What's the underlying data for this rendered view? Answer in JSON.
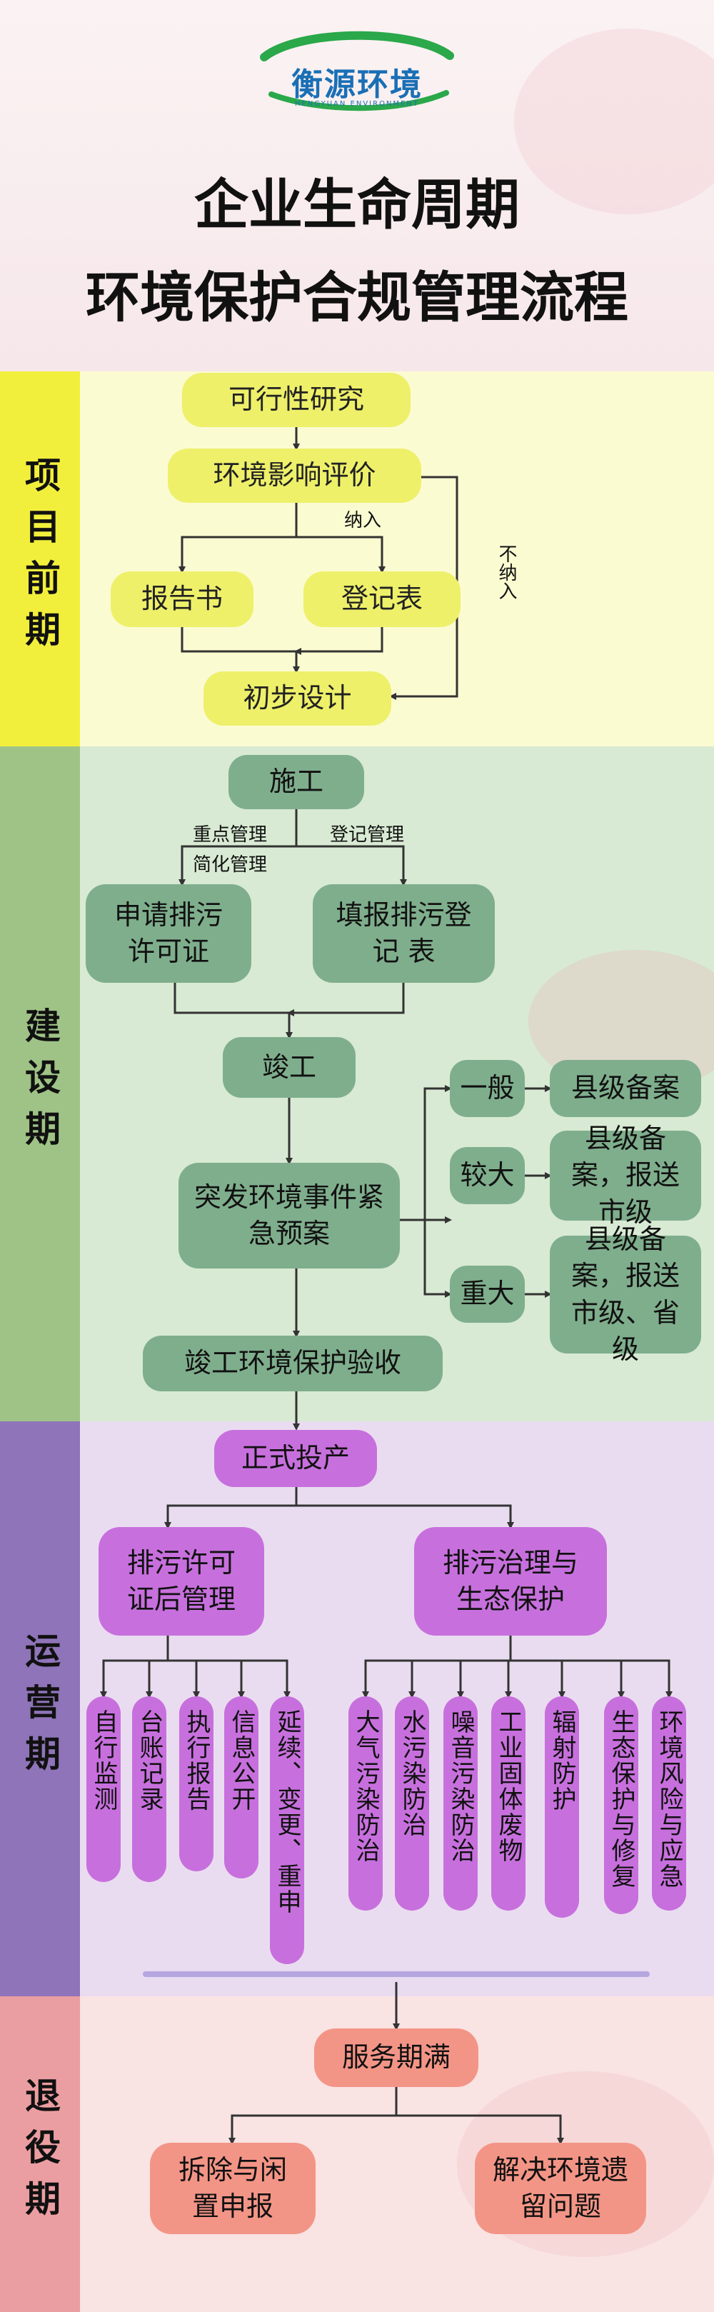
{
  "logo": {
    "name": "衡源环境",
    "subtitle": "HENGYUAN ENVIRONMENT"
  },
  "title": {
    "line1": "企业生命周期",
    "line2": "环境保护合规管理流程"
  },
  "phases": {
    "pre": "项目前期",
    "build": "建设期",
    "ops": "运营期",
    "exit": "退役期"
  },
  "pre": {
    "feasibility": "可行性研究",
    "eia": "环境影响评价",
    "include_label": "纳入",
    "exclude_label": "不纳入",
    "report": "报告书",
    "register": "登记表",
    "prelim": "初步设计"
  },
  "build": {
    "construction": "施工",
    "key_mgmt": "重点管理",
    "simple_mgmt": "简化管理",
    "reg_mgmt": "登记管理",
    "apply_permit": "申请排污许可证",
    "fill_register": "填报排污登记 表",
    "completion": "竣工",
    "emergency_plan": "突发环境事件紧急预案",
    "general": "一般",
    "general_action": "县级备案",
    "larger": "较大",
    "larger_action": "县级备案，报送市级",
    "major": "重大",
    "major_action": "县级备案，报送市级、省级",
    "acceptance": "竣工环境保护验收"
  },
  "ops": {
    "production": "正式投产",
    "post_permit": "排污许可证后管理",
    "treatment": "排污治理与生态保护",
    "items_left": [
      "自行监测",
      "台账记录",
      "执行报告",
      "信息公开",
      "延续、变更、重申"
    ],
    "items_right": [
      "大气污染防治",
      "水污染防治",
      "噪音污染防治",
      "工业固体废物",
      "辐射防护",
      "生态保护与修复",
      "环境风险与应急"
    ]
  },
  "exit": {
    "expiry": "服务期满",
    "demolish": "拆除与闲置申报",
    "resolve": "解决环境遗留问题"
  },
  "colors": {
    "yellow": "#eef06a",
    "green": "#7fae8d",
    "purple": "#c770dd",
    "red": "#f39586"
  }
}
